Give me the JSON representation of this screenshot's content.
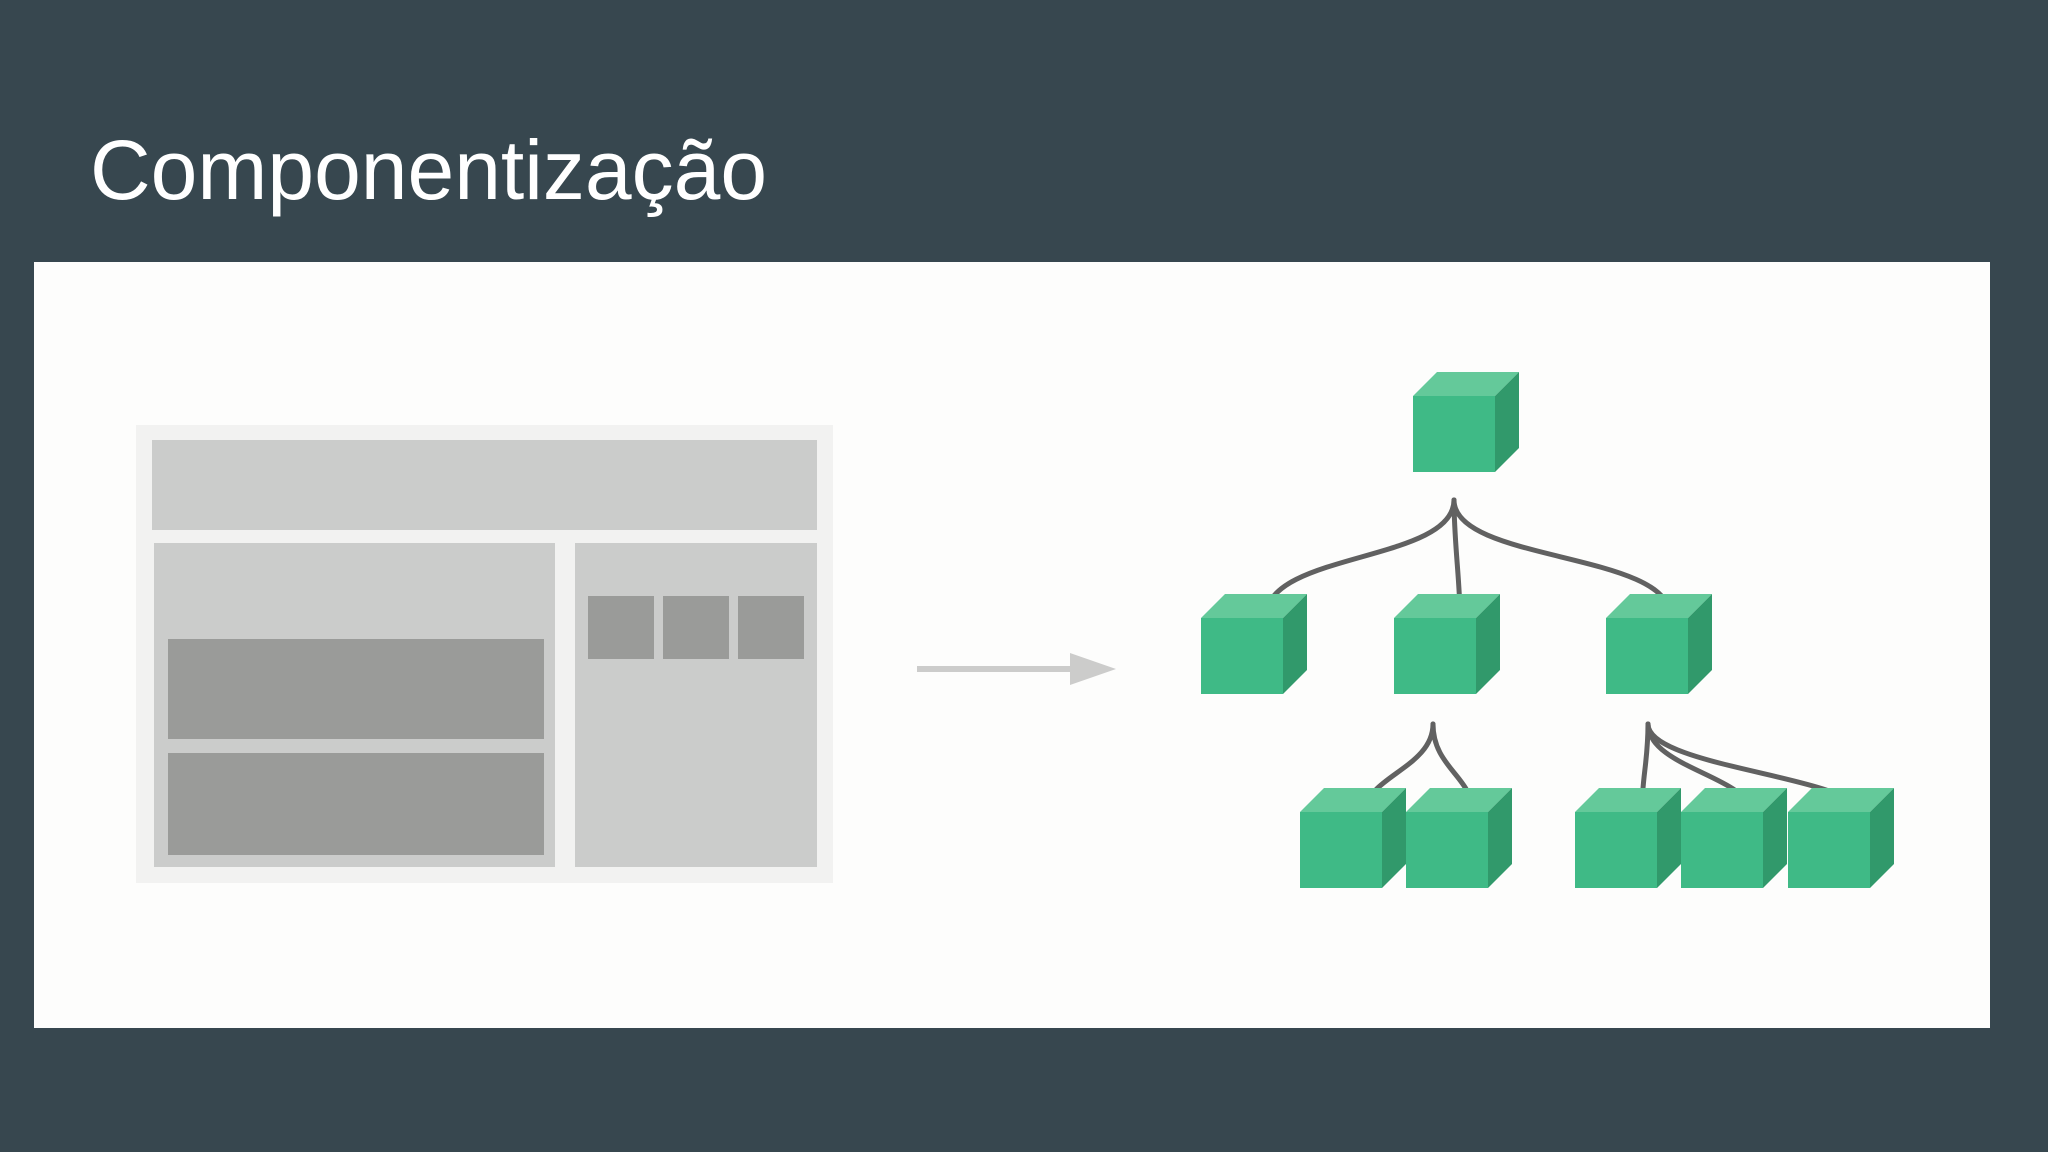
{
  "slide": {
    "title": "Componentização"
  },
  "colors": {
    "background": "#37474f",
    "panel": "#fdfdfc",
    "title_text": "#ffffff",
    "wireframe_frame": "#f2f2f1",
    "wireframe_light": "#cbcccb",
    "wireframe_dark": "#9a9b99",
    "arrow": "#cccccb",
    "cube_front": "#3fba86",
    "cube_top": "#64c99a",
    "cube_side": "#31996b",
    "connector": "#616161"
  },
  "diagram": {
    "left": "page-layout-wireframe",
    "middle": "arrow-right",
    "right": "component-tree",
    "tree_levels": [
      1,
      3,
      5
    ]
  }
}
